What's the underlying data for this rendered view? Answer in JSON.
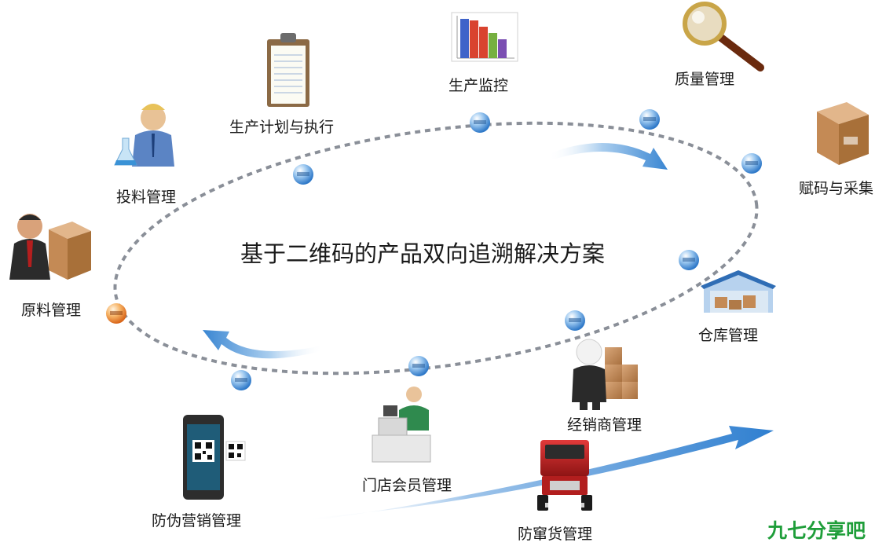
{
  "title": "基于二维码的产品双向追溯解决方案",
  "watermark": "九七分享吧",
  "nodes": {
    "production_monitor": "生产监控",
    "quality": "质量管理",
    "coding": "赋码与采集",
    "warehouse": "仓库管理",
    "distributor": "经销商管理",
    "anti_channel": "防窜货管理",
    "store_member": "门店会员管理",
    "anti_fake": "防伪营销管理",
    "raw_material": "原料管理",
    "feeding": "投料管理",
    "plan": "生产计划与执行"
  },
  "colors": {
    "dots": "#8a8f98",
    "node_blue": "#3f8fd6",
    "node_orange": "#f08a2c",
    "arrow_blue": "#2f7fd0",
    "watermark": "#1f9e3a"
  }
}
